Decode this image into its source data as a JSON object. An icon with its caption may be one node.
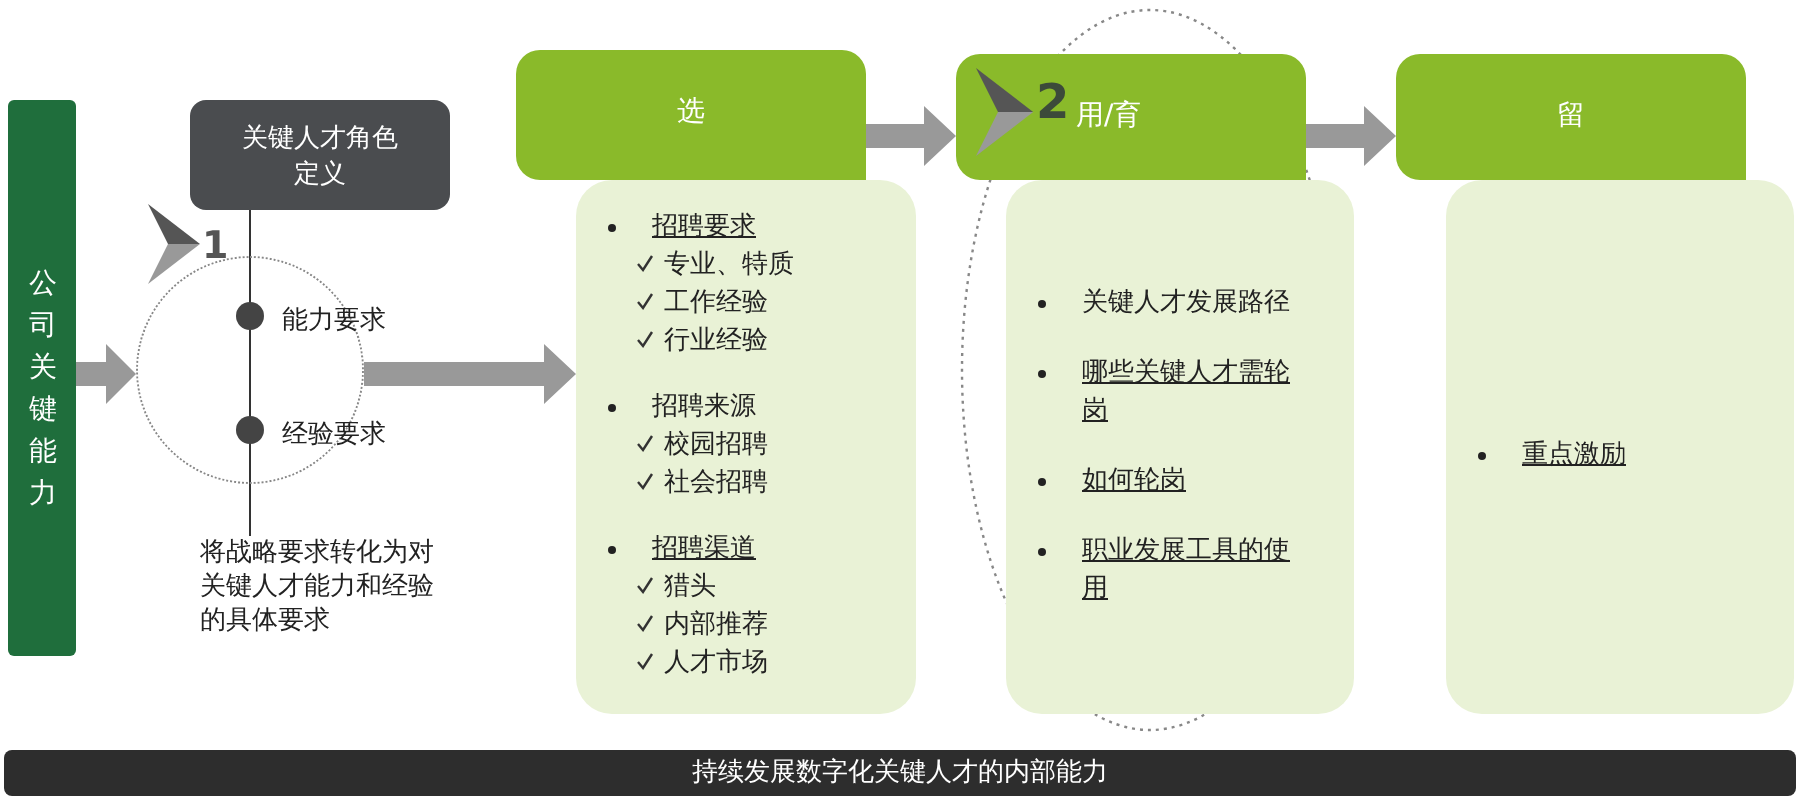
{
  "diagram": {
    "nodes": [
      {
        "text": [
          "公司关键能力"
        ]
      },
      {
        "text": [
          "关键人才角色定义"
        ]
      },
      {
        "text": [
          "能力要求",
          "经验要求"
        ]
      },
      {
        "text": [
          "将战略要求转化为对关键人才能力和经验的具体要求"
        ]
      },
      {
        "text": [
          "选"
        ]
      },
      {
        "text": [
          "招聘要求",
          "专业、特质",
          "工作经验",
          "行业经验",
          "招聘来源",
          "校园招聘",
          "社会招聘",
          "招聘渠道",
          "猎头",
          "内部推荐",
          "人才市场"
        ]
      },
      {
        "text": [
          "用/育"
        ]
      },
      {
        "text": [
          "关键人才发展路径",
          "哪些关键人才需轮岗",
          "如何轮岗",
          "职业发展工具的使用"
        ]
      },
      {
        "text": [
          "留"
        ]
      },
      {
        "text": [
          "重点激励"
        ]
      },
      {
        "text": [
          "持续发展数字化关键人才的内部能力"
        ]
      }
    ],
    "edges": [
      {
        "from": 0,
        "to": 2,
        "arrow": "to"
      },
      {
        "from": 1,
        "to": 2,
        "arrow": "none"
      },
      {
        "from": 2,
        "to": 3,
        "arrow": "none"
      },
      {
        "from": 2,
        "to": 5,
        "arrow": "to"
      },
      {
        "from": 4,
        "to": 6,
        "arrow": "to"
      },
      {
        "from": 6,
        "to": 8,
        "arrow": "to"
      }
    ],
    "labels": [
      "1",
      "2"
    ]
  }
}
